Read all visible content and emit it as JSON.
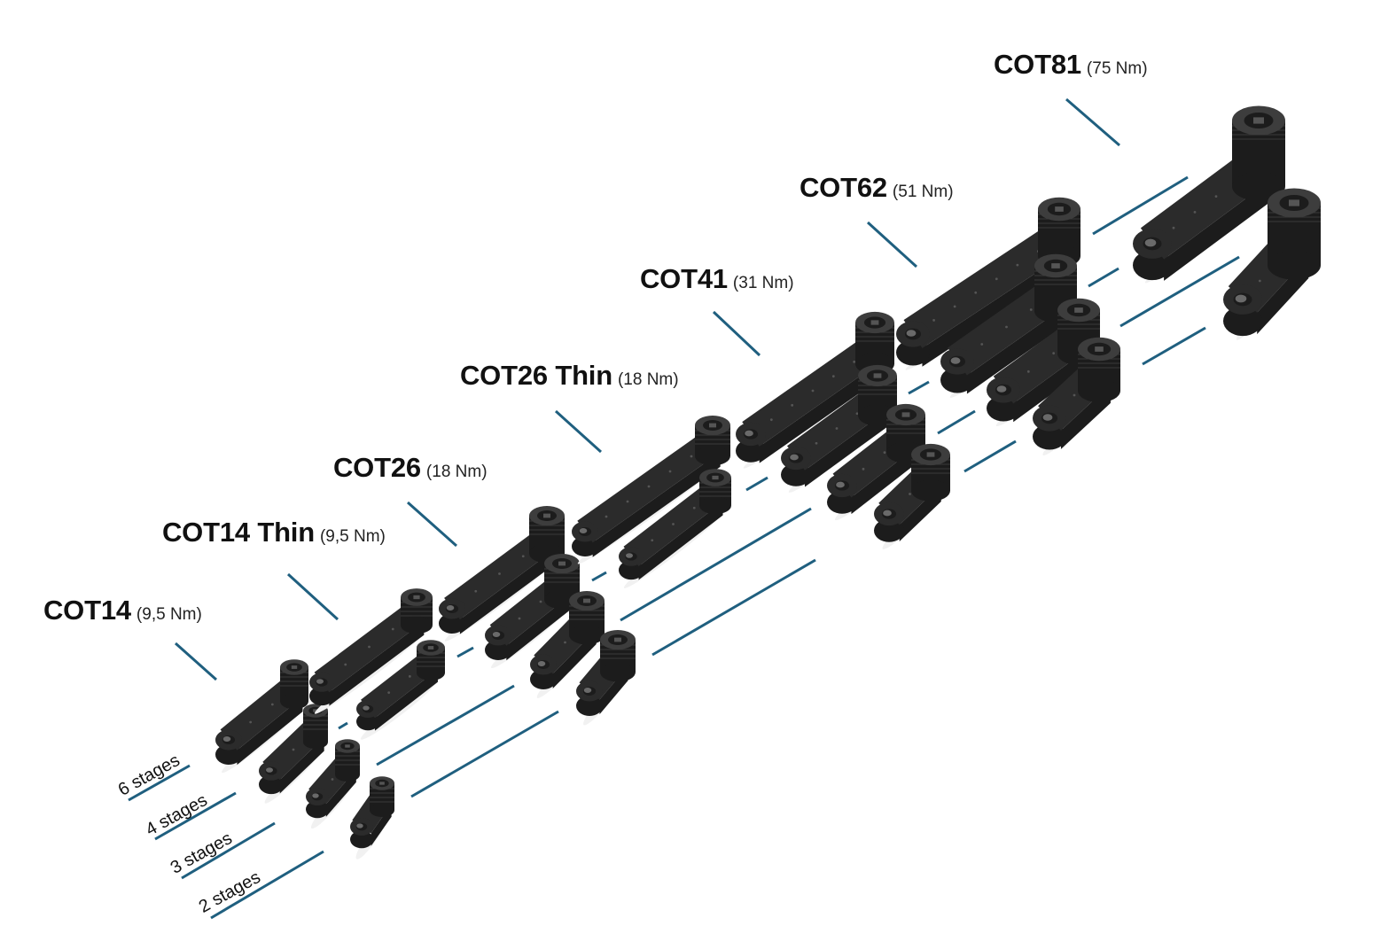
{
  "colors": {
    "line": "#1f5f7f",
    "body": "#2b2b2b",
    "body_dark": "#1c1c1c",
    "body_light": "#3d3d3d",
    "hole": "#eaeaea"
  },
  "stages": [
    {
      "label": "6 stages"
    },
    {
      "label": "4 stages"
    },
    {
      "label": "3 stages"
    },
    {
      "label": "2 stages"
    }
  ],
  "models": [
    {
      "name": "COT14",
      "torque": "(9,5 Nm)"
    },
    {
      "name": "COT14 Thin",
      "torque": "(9,5 Nm)"
    },
    {
      "name": "COT26",
      "torque": "(18 Nm)"
    },
    {
      "name": "COT26 Thin",
      "torque": "(18 Nm)"
    },
    {
      "name": "COT41",
      "torque": "(31 Nm)"
    },
    {
      "name": "COT62",
      "torque": "(51 Nm)"
    },
    {
      "name": "COT81",
      "torque": "(75 Nm)"
    }
  ]
}
